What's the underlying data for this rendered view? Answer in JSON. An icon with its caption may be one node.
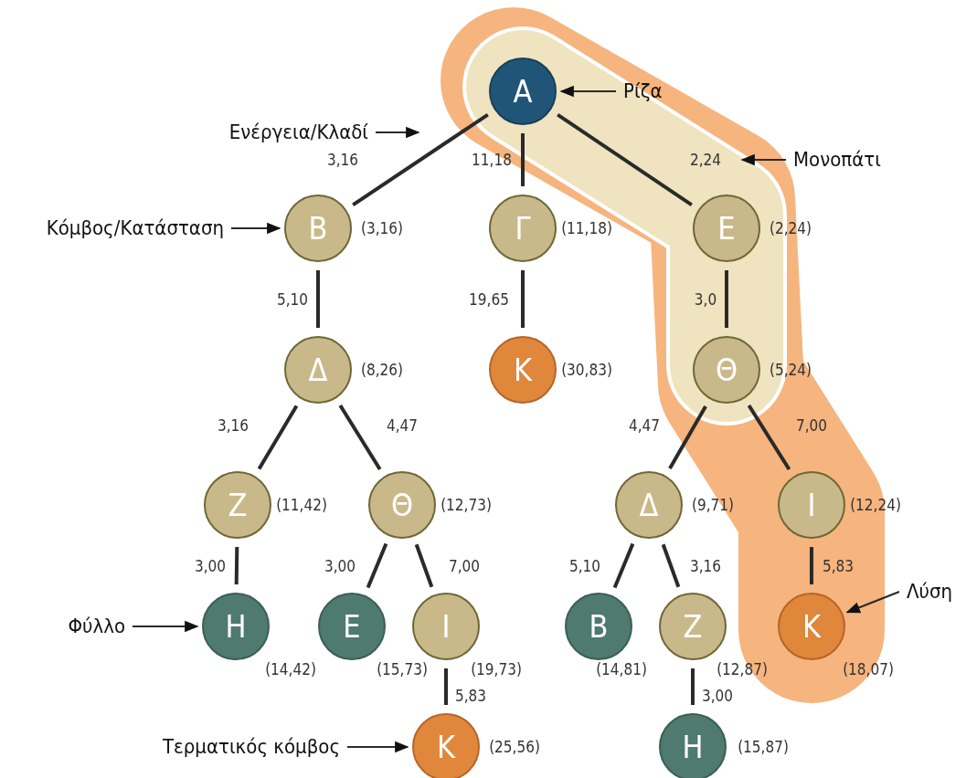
{
  "diagram": {
    "nodes": [
      {
        "text": [
          "Α"
        ]
      },
      {
        "text": [
          "Β"
        ],
        "beside": [
          "(3,16)"
        ]
      },
      {
        "text": [
          "Γ"
        ],
        "beside": [
          "(11,18)"
        ]
      },
      {
        "text": [
          "Ε"
        ],
        "beside": [
          "(2,24)"
        ]
      },
      {
        "text": [
          "Δ"
        ],
        "beside": [
          "(8,26)"
        ]
      },
      {
        "text": [
          "Κ"
        ],
        "beside": [
          "(30,83)"
        ]
      },
      {
        "text": [
          "Θ"
        ],
        "beside": [
          "(5,24)"
        ]
      },
      {
        "text": [
          "Ζ"
        ],
        "beside": [
          "(11,42)"
        ]
      },
      {
        "text": [
          "Θ"
        ],
        "beside": [
          "(12,73)"
        ]
      },
      {
        "text": [
          "Δ"
        ],
        "beside": [
          "(9,71)"
        ]
      },
      {
        "text": [
          "Ι"
        ],
        "beside": [
          "(12,24)"
        ]
      },
      {
        "text": [
          "Η"
        ],
        "beside": [
          "(14,42)"
        ]
      },
      {
        "text": [
          "Ε"
        ],
        "beside": [
          "(15,73)"
        ]
      },
      {
        "text": [
          "Ι"
        ],
        "beside": [
          "(19,73)"
        ]
      },
      {
        "text": [
          "Β"
        ],
        "beside": [
          "(14,81)"
        ]
      },
      {
        "text": [
          "Ζ"
        ],
        "beside": [
          "(12,87)"
        ]
      },
      {
        "text": [
          "Κ"
        ],
        "beside": [
          "(18,07)"
        ]
      },
      {
        "text": [
          "Κ"
        ],
        "beside": [
          "(25,56)"
        ]
      },
      {
        "text": [
          "Η"
        ],
        "beside": [
          "(15,87)"
        ]
      },
      {
        "text": [
          "Ρίζα"
        ]
      },
      {
        "text": [
          "Ενέργεια/Κλαδί"
        ]
      },
      {
        "text": [
          "Μονοπάτι"
        ]
      },
      {
        "text": [
          "Κόμβος/Κατάσταση"
        ]
      },
      {
        "text": [
          "Φύλλο"
        ]
      },
      {
        "text": [
          "Λύση"
        ]
      },
      {
        "text": [
          "Τερματικός κόμβος"
        ]
      }
    ],
    "edges": [
      {
        "from": 0,
        "to": 1,
        "arrow": "none",
        "label": "3,16"
      },
      {
        "from": 0,
        "to": 2,
        "arrow": "none",
        "label": "11,18"
      },
      {
        "from": 0,
        "to": 3,
        "arrow": "none",
        "label": "2,24"
      },
      {
        "from": 1,
        "to": 4,
        "arrow": "none",
        "label": "5,10"
      },
      {
        "from": 2,
        "to": 5,
        "arrow": "none",
        "label": "19,65"
      },
      {
        "from": 3,
        "to": 6,
        "arrow": "none",
        "label": "3,0"
      },
      {
        "from": 4,
        "to": 7,
        "arrow": "none",
        "label": "3,16"
      },
      {
        "from": 4,
        "to": 8,
        "arrow": "none",
        "label": "4,47"
      },
      {
        "from": 6,
        "to": 9,
        "arrow": "none",
        "label": "4,47"
      },
      {
        "from": 6,
        "to": 10,
        "arrow": "none",
        "label": "7,00"
      },
      {
        "from": 7,
        "to": 11,
        "arrow": "none",
        "label": "3,00"
      },
      {
        "from": 8,
        "to": 12,
        "arrow": "none",
        "label": "3,00"
      },
      {
        "from": 8,
        "to": 13,
        "arrow": "none",
        "label": "7,00"
      },
      {
        "from": 9,
        "to": 14,
        "arrow": "none",
        "label": "5,10"
      },
      {
        "from": 9,
        "to": 15,
        "arrow": "none",
        "label": "3,16"
      },
      {
        "from": 10,
        "to": 16,
        "arrow": "none",
        "label": "5,83"
      },
      {
        "from": 13,
        "to": 17,
        "arrow": "none",
        "label": "5,83"
      },
      {
        "from": 15,
        "to": 18,
        "arrow": "none",
        "label": "3,00"
      },
      {
        "from": 19,
        "to": 0,
        "arrow": "to"
      },
      {
        "from": 20,
        "to": null,
        "arrow": "to"
      },
      {
        "from": 21,
        "to": null,
        "arrow": "to"
      },
      {
        "from": 22,
        "to": 1,
        "arrow": "to"
      },
      {
        "from": 23,
        "to": 11,
        "arrow": "to"
      },
      {
        "from": 24,
        "to": 16,
        "arrow": "to"
      },
      {
        "from": 25,
        "to": 17,
        "arrow": "to"
      }
    ]
  }
}
